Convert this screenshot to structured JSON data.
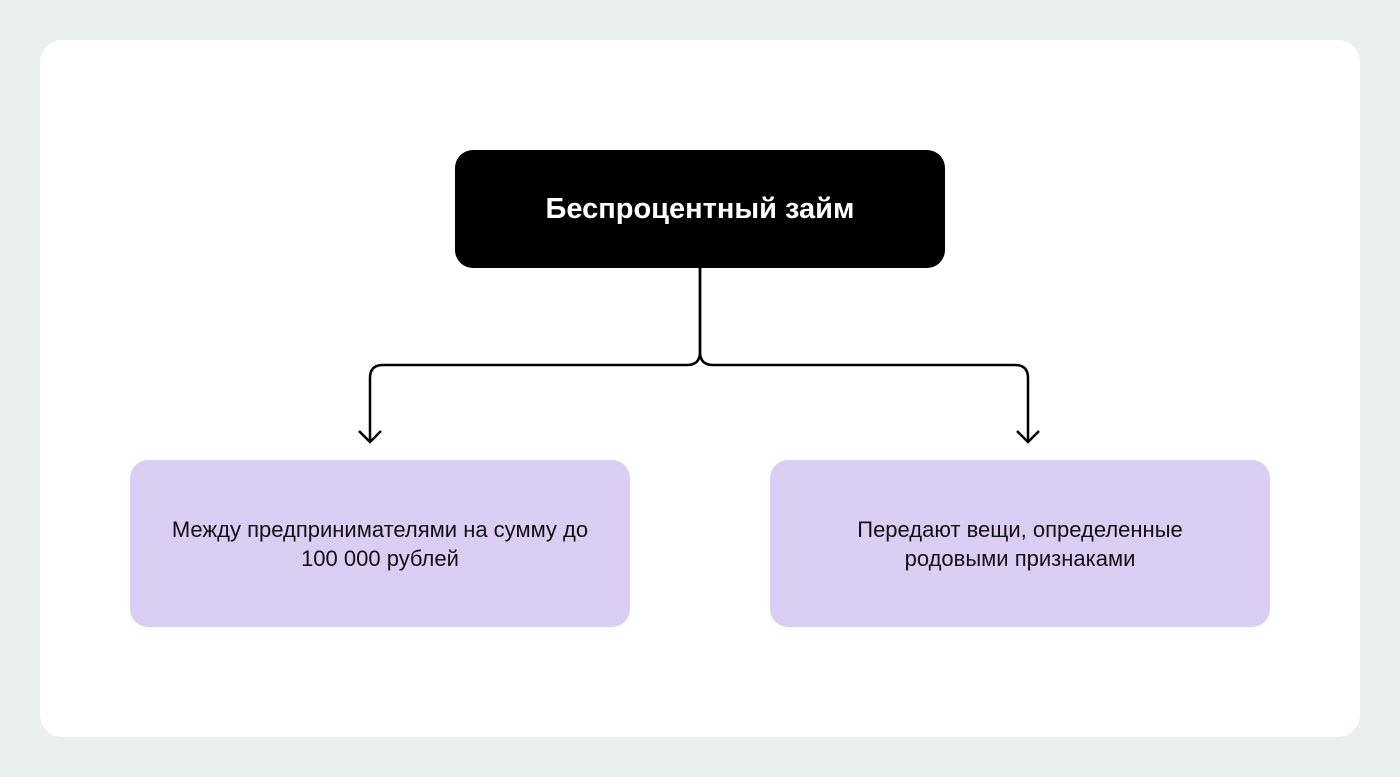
{
  "diagram": {
    "root": {
      "label": "Беспроцентный займ",
      "color": "#000000"
    },
    "children": [
      {
        "label": "Между предпринимателями на сумму до 100 000 рублей",
        "color": "#dccdf5"
      },
      {
        "label": "Передают вещи, определенные родовыми признаками",
        "color": "#dccdf5"
      }
    ]
  }
}
